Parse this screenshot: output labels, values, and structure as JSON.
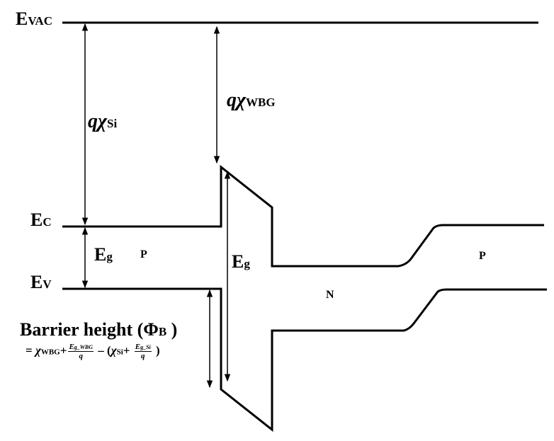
{
  "diagram": {
    "levels": {
      "vacuum": {
        "main": "E",
        "sub": "VAC"
      },
      "conduction": {
        "main": "E",
        "sub": "C"
      },
      "valence": {
        "main": "E",
        "sub": "V"
      }
    },
    "arrows": {
      "chi_si": {
        "main": "qχ",
        "sub": "Si"
      },
      "chi_wbg": {
        "main": "qχ",
        "sub": "WBG"
      },
      "eg_left": {
        "main": "E",
        "sub": "g"
      },
      "eg_wbg": {
        "main": "E",
        "sub": "g"
      }
    },
    "regions": {
      "p_left": "P",
      "n_mid": "N",
      "p_right": "P"
    },
    "barrier": {
      "title": "Barrier height (Φ",
      "title_sub": "B",
      "title_close": " )",
      "formula": {
        "eq": "= ",
        "chi": "χ",
        "wbg": "WBG",
        "plus1": "+",
        "frac1_num": "E",
        "frac1_num_sub": "g_WBG",
        "frac1_den": "q",
        "minus": " – (",
        "chi2": "χ",
        "si": "Si",
        "plus2": "+ ",
        "frac2_num": "E",
        "frac2_num_sub": "g_Si",
        "frac2_den": "q",
        "close": " )"
      }
    }
  }
}
